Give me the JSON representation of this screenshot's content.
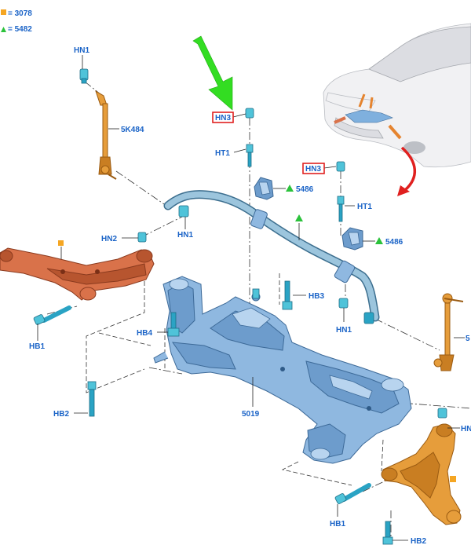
{
  "legend": {
    "square_marker_value": "3078",
    "triangle_marker_value": "5482",
    "square_color": "#f5a623",
    "triangle_color": "#2bc23b"
  },
  "callouts": {
    "hn1_top": "HN1",
    "link_left": "5K484",
    "hn3_center": "HN3",
    "ht1_center": "HT1",
    "hn3_right": "HN3",
    "bushing_upper": "5486",
    "ht1_right": "HT1",
    "hn1_bar": "HN1",
    "hn2_left": "HN2",
    "bushing_lower": "5486",
    "hb3": "HB3",
    "hn1_right": "HN1",
    "hb1_left": "HB1",
    "hb4": "HB4",
    "link_right": "5",
    "subframe": "5019",
    "hb2_left": "HB2",
    "hn_right_edge": "HN",
    "hb1_right": "HB1",
    "hb2_right": "HB2"
  },
  "icons": {
    "pointer_arrow": "green-down-arrow",
    "direction_arrow": "red-curved-arrow",
    "highlight_color": "#e0201f",
    "arrow_color": "#33dd22"
  }
}
